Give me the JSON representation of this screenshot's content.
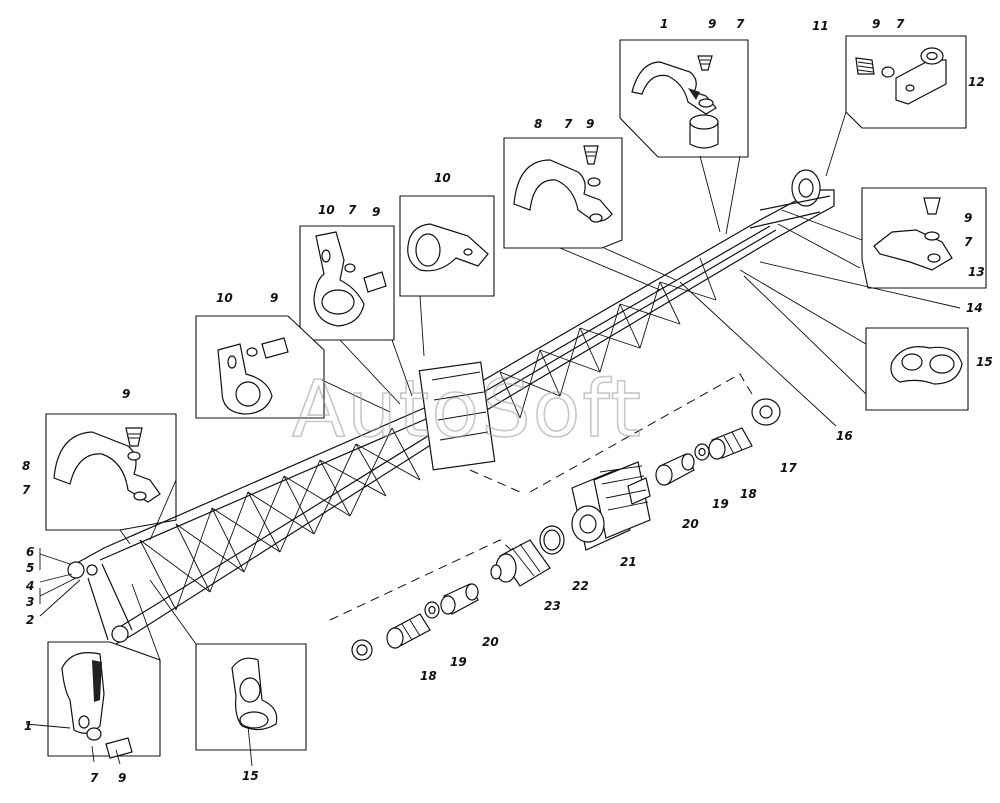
{
  "watermark": "AutoSoft",
  "callouts": [
    {
      "id": "c1",
      "text": "1"
    },
    {
      "id": "c2",
      "text": "9"
    },
    {
      "id": "c3",
      "text": "7"
    },
    {
      "id": "c4",
      "text": "11"
    },
    {
      "id": "c5",
      "text": "9"
    },
    {
      "id": "c6",
      "text": "7"
    },
    {
      "id": "c7",
      "text": "12"
    },
    {
      "id": "c8",
      "text": "8"
    },
    {
      "id": "c9",
      "text": "7"
    },
    {
      "id": "c10",
      "text": "9"
    },
    {
      "id": "c11",
      "text": "10"
    },
    {
      "id": "c12",
      "text": "10"
    },
    {
      "id": "c13",
      "text": "7"
    },
    {
      "id": "c14",
      "text": "9"
    },
    {
      "id": "c15",
      "text": "10"
    },
    {
      "id": "c16",
      "text": "9"
    },
    {
      "id": "c17",
      "text": "9"
    },
    {
      "id": "c18",
      "text": "7"
    },
    {
      "id": "c19",
      "text": "13"
    },
    {
      "id": "c20",
      "text": "14"
    },
    {
      "id": "c21",
      "text": "15"
    },
    {
      "id": "c22",
      "text": "16"
    },
    {
      "id": "c23",
      "text": "17"
    },
    {
      "id": "c24",
      "text": "9"
    },
    {
      "id": "c25",
      "text": "8"
    },
    {
      "id": "c26",
      "text": "7"
    },
    {
      "id": "c27",
      "text": "6"
    },
    {
      "id": "c28",
      "text": "5"
    },
    {
      "id": "c29",
      "text": "4"
    },
    {
      "id": "c30",
      "text": "3"
    },
    {
      "id": "c31",
      "text": "2"
    },
    {
      "id": "c32",
      "text": "18"
    },
    {
      "id": "c33",
      "text": "19"
    },
    {
      "id": "c34",
      "text": "20"
    },
    {
      "id": "c35",
      "text": "21"
    },
    {
      "id": "c36",
      "text": "22"
    },
    {
      "id": "c37",
      "text": "23"
    },
    {
      "id": "c38",
      "text": "20"
    },
    {
      "id": "c39",
      "text": "19"
    },
    {
      "id": "c40",
      "text": "18"
    },
    {
      "id": "c41",
      "text": "1"
    },
    {
      "id": "c42",
      "text": "7"
    },
    {
      "id": "c43",
      "text": "9"
    },
    {
      "id": "c44",
      "text": "15"
    }
  ]
}
